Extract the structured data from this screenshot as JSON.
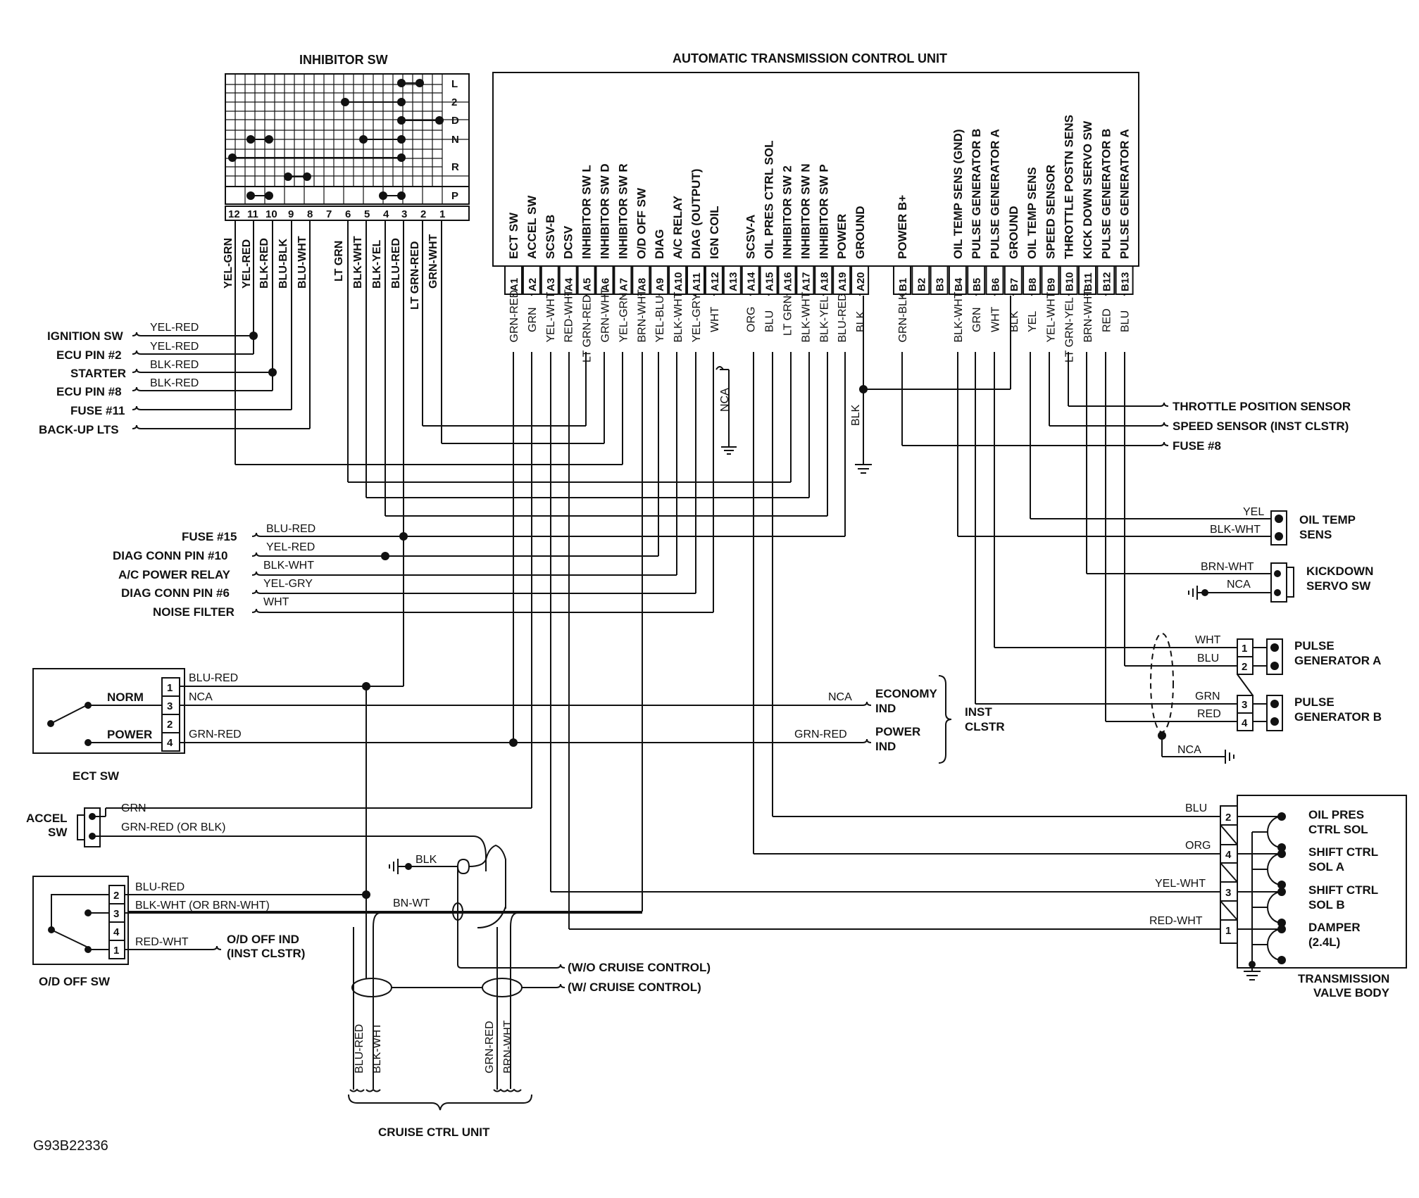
{
  "inhibitor_sw": {
    "title": "INHIBITOR SW",
    "positions": [
      "L",
      "2",
      "D",
      "N",
      "R",
      "P"
    ],
    "terminals": [
      "12",
      "11",
      "10",
      "9",
      "8",
      "7",
      "6",
      "5",
      "4",
      "3",
      "2",
      "1"
    ],
    "wire_colors": [
      {
        "pin": "12",
        "color": "YEL-GRN"
      },
      {
        "pin": "11",
        "color": "YEL-RED"
      },
      {
        "pin": "10",
        "color": "BLK-RED"
      },
      {
        "pin": "9",
        "color": "BLU-BLK"
      },
      {
        "pin": "8",
        "color": "BLU-WHT"
      },
      {
        "pin": "6",
        "color": "LT GRN"
      },
      {
        "pin": "5",
        "color": "BLK-WHT"
      },
      {
        "pin": "4",
        "color": "BLK-YEL"
      },
      {
        "pin": "3",
        "color": "BLU-RED"
      },
      {
        "pin": "2",
        "color": "LT GRN-RED"
      },
      {
        "pin": "1",
        "color": "GRN-WHT"
      }
    ]
  },
  "left_connections_top": [
    {
      "label": "IGNITION SW",
      "wire": "YEL-RED"
    },
    {
      "label": "ECU PIN #2",
      "wire": "YEL-RED"
    },
    {
      "label": "STARTER",
      "wire": "BLK-RED"
    },
    {
      "label": "ECU PIN #8",
      "wire": "BLK-RED"
    },
    {
      "label": "FUSE #11",
      "wire": ""
    },
    {
      "label": "BACK-UP LTS",
      "wire": ""
    }
  ],
  "tcu": {
    "title": "AUTOMATIC TRANSMISSION CONTROL UNIT",
    "a_pins": [
      {
        "pin": "A1",
        "func": "ECT SW",
        "wire": "GRN-RED"
      },
      {
        "pin": "A2",
        "func": "ACCEL SW",
        "wire": "GRN"
      },
      {
        "pin": "A3",
        "func": "SCSV-B",
        "wire": "YEL-WHT"
      },
      {
        "pin": "A4",
        "func": "DCSV",
        "wire": "RED-WHT"
      },
      {
        "pin": "A5",
        "func": "INHIBITOR SW L",
        "wire": "LT GRN-RED"
      },
      {
        "pin": "A6",
        "func": "INHIBITOR SW D",
        "wire": "GRN-WHT"
      },
      {
        "pin": "A7",
        "func": "INHIBITOR SW R",
        "wire": "YEL-GRN"
      },
      {
        "pin": "A8",
        "func": "O/D OFF SW",
        "wire": "BRN-WHT"
      },
      {
        "pin": "A9",
        "func": "DIAG",
        "wire": "YEL-BLU"
      },
      {
        "pin": "A10",
        "func": "A/C RELAY",
        "wire": "BLK-WHT"
      },
      {
        "pin": "A11",
        "func": "DIAG (OUTPUT)",
        "wire": "YEL-GRY"
      },
      {
        "pin": "A12",
        "func": "IGN COIL",
        "wire": "WHT"
      },
      {
        "pin": "A13",
        "func": "",
        "wire": ""
      },
      {
        "pin": "A14",
        "func": "SCSV-A",
        "wire": "ORG"
      },
      {
        "pin": "A15",
        "func": "OIL PRES CTRL SOL",
        "wire": "BLU"
      },
      {
        "pin": "A16",
        "func": "INHIBITOR SW 2",
        "wire": "LT GRN"
      },
      {
        "pin": "A17",
        "func": "INHIBITOR SW N",
        "wire": "BLK-WHT"
      },
      {
        "pin": "A18",
        "func": "INHIBITOR SW P",
        "wire": "BLK-YEL"
      },
      {
        "pin": "A19",
        "func": "POWER",
        "wire": "BLU-RED"
      },
      {
        "pin": "A20",
        "func": "GROUND",
        "wire": "BLK"
      }
    ],
    "b_pins": [
      {
        "pin": "B1",
        "func": "POWER B+",
        "wire": "GRN-BLK"
      },
      {
        "pin": "B2",
        "func": "",
        "wire": ""
      },
      {
        "pin": "B3",
        "func": "",
        "wire": ""
      },
      {
        "pin": "B4",
        "func": "OIL TEMP SENS (GND)",
        "wire": "BLK-WHT"
      },
      {
        "pin": "B5",
        "func": "PULSE GENERATOR B",
        "wire": "GRN"
      },
      {
        "pin": "B6",
        "func": "PULSE GENERATOR A",
        "wire": "WHT"
      },
      {
        "pin": "B7",
        "func": "GROUND",
        "wire": "BLK"
      },
      {
        "pin": "B8",
        "func": "OIL TEMP SENS",
        "wire": "YEL"
      },
      {
        "pin": "B9",
        "func": "SPEED SENSOR",
        "wire": "YEL-WHT"
      },
      {
        "pin": "B10",
        "func": "THROTTLE POSTN SENS",
        "wire": "LT GRN-YEL"
      },
      {
        "pin": "B11",
        "func": "KICK DOWN SERVO SW",
        "wire": "BRN-WHT"
      },
      {
        "pin": "B12",
        "func": "PULSE GENERATOR B",
        "wire": "RED"
      },
      {
        "pin": "B13",
        "func": "PULSE GENERATOR A",
        "wire": "BLU"
      }
    ],
    "nca_label": "NCA",
    "blk_label": "BLK"
  },
  "right_connections_top": [
    {
      "label": "THROTTLE POSITION SENSOR"
    },
    {
      "label": "SPEED SENSOR (INST CLSTR)"
    },
    {
      "label": "FUSE #8"
    }
  ],
  "oil_temp_sens": {
    "label1": "OIL TEMP",
    "label2": "SENS",
    "wire1": "YEL",
    "wire2": "BLK-WHT"
  },
  "kickdown_servo_sw": {
    "label1": "KICKDOWN",
    "label2": "SERVO SW",
    "wire1": "BRN-WHT",
    "wire2": "NCA"
  },
  "pulse_gen_a": {
    "label1": "PULSE",
    "label2": "GENERATOR A",
    "wire1": "WHT",
    "wire2": "BLU",
    "pin1": "1",
    "pin2": "2"
  },
  "pulse_gen_b": {
    "label1": "PULSE",
    "label2": "GENERATOR B",
    "wire1": "GRN",
    "wire2": "RED",
    "pin1": "3",
    "pin2": "4"
  },
  "shield_nca": "NCA",
  "left_connections_mid": [
    {
      "label": "FUSE #15",
      "wire": "BLU-RED"
    },
    {
      "label": "DIAG CONN PIN #10",
      "wire": "YEL-RED"
    },
    {
      "label": "A/C POWER RELAY",
      "wire": "BLK-WHT"
    },
    {
      "label": "DIAG CONN PIN #6",
      "wire": "YEL-GRY"
    },
    {
      "label": "NOISE FILTER",
      "wire": "WHT"
    }
  ],
  "ect_sw": {
    "title": "ECT SW",
    "norm": "NORM",
    "power": "POWER",
    "pins": [
      "1",
      "3",
      "2",
      "4"
    ],
    "wires": [
      "BLU-RED",
      "NCA",
      "GRN-RED"
    ]
  },
  "inst_clstr": {
    "economy_wire": "NCA",
    "economy1": "ECONOMY",
    "economy2": "IND",
    "power_wire": "GRN-RED",
    "power1": "POWER",
    "power2": "IND",
    "group1": "INST",
    "group2": "CLSTR"
  },
  "accel_sw": {
    "label1": "ACCEL",
    "label2": "SW",
    "wire1": "GRN",
    "wire2": "GRN-RED (OR BLK)"
  },
  "od_off_sw": {
    "title": "O/D OFF SW",
    "pins": [
      "2",
      "3",
      "4",
      "1"
    ],
    "wire_blu_red": "BLU-RED",
    "wire_blk_wht": "BLK-WHT (OR BRN-WHT)",
    "wire_red_wht": "RED-WHT",
    "ind1": "O/D OFF IND",
    "ind2": "(INST CLSTR)"
  },
  "ground_blk": "BLK",
  "bn_wt": "BN-WT",
  "cruise": {
    "without": "(W/O CRUISE CONTROL)",
    "with": "(W/ CRUISE CONTROL)",
    "unit": "CRUISE CTRL UNIT",
    "left_wires": [
      "BLU-RED",
      "BLK-WHT"
    ],
    "right_wires": [
      "GRN-RED",
      "BRN-WHT"
    ]
  },
  "valve_body": {
    "title1": "TRANSMISSION",
    "title2": "VALVE BODY",
    "items": [
      {
        "pin": "2",
        "wire": "BLU",
        "label1": "OIL PRES",
        "label2": "CTRL SOL"
      },
      {
        "pin": "4",
        "wire": "ORG",
        "label1": "SHIFT CTRL",
        "label2": "SOL A"
      },
      {
        "pin": "3",
        "wire": "YEL-WHT",
        "label1": "SHIFT CTRL",
        "label2": "SOL B"
      },
      {
        "pin": "1",
        "wire": "RED-WHT",
        "label1": "DAMPER",
        "label2": "(2.4L)"
      }
    ]
  },
  "figure_id": "G93B22336"
}
